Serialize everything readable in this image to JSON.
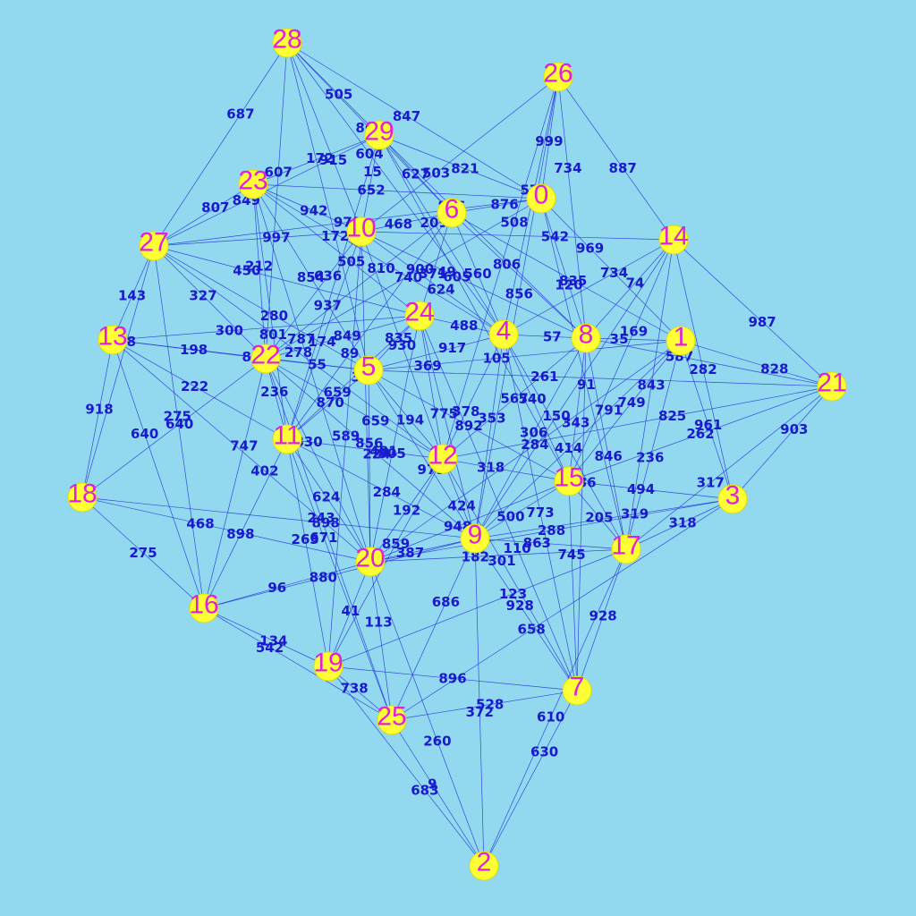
{
  "graph": {
    "background_color": "#92d8ee",
    "edge_color": "#2233dd",
    "node_color": "#ffff33",
    "node_label_color": "#e020e0",
    "weight_label_color": "#1a1acc",
    "nodes": [
      "0",
      "1",
      "2",
      "3",
      "4",
      "5",
      "6",
      "7",
      "8",
      "9",
      "10",
      "11",
      "12",
      "13",
      "14",
      "15",
      "16",
      "17",
      "18",
      "19",
      "20",
      "21",
      "22",
      "23",
      "24",
      "25",
      "26",
      "27",
      "28",
      "29"
    ],
    "edges": [
      {
        "source": "28",
        "target": "27",
        "weight": "687"
      },
      {
        "source": "28",
        "target": "29",
        "weight": "505"
      },
      {
        "source": "28",
        "target": "0",
        "weight": "847"
      },
      {
        "source": "28",
        "target": "4",
        "weight": "604"
      },
      {
        "source": "28",
        "target": "5",
        "weight": "172"
      },
      {
        "source": "28",
        "target": "6",
        "weight": "860"
      },
      {
        "source": "28",
        "target": "22",
        "weight": "607"
      },
      {
        "source": "28",
        "target": "10",
        "weight": "915"
      },
      {
        "source": "29",
        "target": "0",
        "weight": "821"
      },
      {
        "source": "29",
        "target": "4",
        "weight": "209"
      },
      {
        "source": "29",
        "target": "8",
        "weight": "816"
      },
      {
        "source": "29",
        "target": "11",
        "weight": "937"
      },
      {
        "source": "29",
        "target": "23",
        "weight": "172"
      },
      {
        "source": "29",
        "target": "10",
        "weight": "15"
      },
      {
        "source": "29",
        "target": "27",
        "weight": "849"
      },
      {
        "source": "29",
        "target": "6",
        "weight": "627"
      },
      {
        "source": "29",
        "target": "15",
        "weight": "605"
      },
      {
        "source": "26",
        "target": "10",
        "weight": "503"
      },
      {
        "source": "26",
        "target": "0",
        "weight": "999"
      },
      {
        "source": "26",
        "target": "4",
        "weight": "570"
      },
      {
        "source": "26",
        "target": "8",
        "weight": "734"
      },
      {
        "source": "26",
        "target": "14",
        "weight": "887"
      },
      {
        "source": "26",
        "target": "9",
        "weight": "856"
      },
      {
        "source": "26",
        "target": "12",
        "weight": "508"
      },
      {
        "source": "0",
        "target": "23",
        "weight": "652"
      },
      {
        "source": "0",
        "target": "27",
        "weight": "970"
      },
      {
        "source": "0",
        "target": "6",
        "weight": "876"
      },
      {
        "source": "0",
        "target": "8",
        "weight": "120"
      },
      {
        "source": "0",
        "target": "17",
        "weight": "91"
      },
      {
        "source": "0",
        "target": "22",
        "weight": "900"
      },
      {
        "source": "0",
        "target": "1",
        "weight": "969"
      },
      {
        "source": "23",
        "target": "10",
        "weight": "942"
      },
      {
        "source": "23",
        "target": "22",
        "weight": "212"
      },
      {
        "source": "23",
        "target": "27",
        "weight": "807"
      },
      {
        "source": "23",
        "target": "11",
        "weight": "801"
      },
      {
        "source": "23",
        "target": "5",
        "weight": "854"
      },
      {
        "source": "23",
        "target": "20",
        "weight": "787"
      },
      {
        "source": "23",
        "target": "4",
        "weight": "740"
      },
      {
        "source": "27",
        "target": "13",
        "weight": "143"
      },
      {
        "source": "27",
        "target": "22",
        "weight": "327"
      },
      {
        "source": "27",
        "target": "24",
        "weight": "450"
      },
      {
        "source": "27",
        "target": "5",
        "weight": "280"
      },
      {
        "source": "27",
        "target": "16",
        "weight": "275"
      },
      {
        "source": "27",
        "target": "18",
        "weight": "48"
      },
      {
        "source": "27",
        "target": "10",
        "weight": "997"
      },
      {
        "source": "27",
        "target": "12",
        "weight": "278"
      },
      {
        "source": "10",
        "target": "6",
        "weight": "468"
      },
      {
        "source": "10",
        "target": "14",
        "weight": "542"
      },
      {
        "source": "10",
        "target": "11",
        "weight": "174"
      },
      {
        "source": "10",
        "target": "20",
        "weight": "319"
      },
      {
        "source": "10",
        "target": "22",
        "weight": "636"
      },
      {
        "source": "10",
        "target": "4",
        "weight": "624"
      },
      {
        "source": "10",
        "target": "19",
        "weight": "589"
      },
      {
        "source": "10",
        "target": "8",
        "weight": "49"
      },
      {
        "source": "6",
        "target": "24",
        "weight": "371"
      },
      {
        "source": "6",
        "target": "4",
        "weight": "560"
      },
      {
        "source": "6",
        "target": "8",
        "weight": "806"
      },
      {
        "source": "6",
        "target": "11",
        "weight": "89"
      },
      {
        "source": "6",
        "target": "1",
        "weight": "835"
      },
      {
        "source": "14",
        "target": "8",
        "weight": "74"
      },
      {
        "source": "14",
        "target": "4",
        "weight": "734"
      },
      {
        "source": "14",
        "target": "21",
        "weight": "987"
      },
      {
        "source": "14",
        "target": "17",
        "weight": "843"
      },
      {
        "source": "14",
        "target": "15",
        "weight": "169"
      },
      {
        "source": "14",
        "target": "9",
        "weight": "150"
      },
      {
        "source": "14",
        "target": "3",
        "weight": "282"
      },
      {
        "source": "24",
        "target": "5",
        "weight": "835"
      },
      {
        "source": "24",
        "target": "11",
        "weight": "659"
      },
      {
        "source": "24",
        "target": "4",
        "weight": "488"
      },
      {
        "source": "24",
        "target": "9",
        "weight": "775"
      },
      {
        "source": "24",
        "target": "12",
        "weight": "369"
      },
      {
        "source": "24",
        "target": "20",
        "weight": "805"
      },
      {
        "source": "24",
        "target": "22",
        "weight": "849"
      },
      {
        "source": "4",
        "target": "5",
        "weight": "917"
      },
      {
        "source": "4",
        "target": "8",
        "weight": "57"
      },
      {
        "source": "4",
        "target": "7",
        "weight": "773"
      },
      {
        "source": "4",
        "target": "9",
        "weight": "353"
      },
      {
        "source": "4",
        "target": "12",
        "weight": "378"
      },
      {
        "source": "4",
        "target": "17",
        "weight": "414"
      },
      {
        "source": "4",
        "target": "15",
        "weight": "540"
      },
      {
        "source": "8",
        "target": "1",
        "weight": "35"
      },
      {
        "source": "8",
        "target": "17",
        "weight": "846"
      },
      {
        "source": "8",
        "target": "9",
        "weight": "306"
      },
      {
        "source": "8",
        "target": "21",
        "weight": "587"
      },
      {
        "source": "8",
        "target": "15",
        "weight": "343"
      },
      {
        "source": "8",
        "target": "12",
        "weight": "567"
      },
      {
        "source": "8",
        "target": "7",
        "weight": "886"
      },
      {
        "source": "1",
        "target": "21",
        "weight": "828"
      },
      {
        "source": "1",
        "target": "3",
        "weight": "961"
      },
      {
        "source": "1",
        "target": "15",
        "weight": "749"
      },
      {
        "source": "1",
        "target": "9",
        "weight": "791"
      },
      {
        "source": "1",
        "target": "17",
        "weight": "236"
      },
      {
        "source": "1",
        "target": "20",
        "weight": "284"
      },
      {
        "source": "21",
        "target": "3",
        "weight": "903"
      },
      {
        "source": "21",
        "target": "17",
        "weight": "317"
      },
      {
        "source": "21",
        "target": "15",
        "weight": "262"
      },
      {
        "source": "21",
        "target": "12",
        "weight": "825"
      },
      {
        "source": "21",
        "target": "5",
        "weight": "261"
      },
      {
        "source": "13",
        "target": "22",
        "weight": "198"
      },
      {
        "source": "13",
        "target": "18",
        "weight": "918"
      },
      {
        "source": "13",
        "target": "16",
        "weight": "640"
      },
      {
        "source": "13",
        "target": "5",
        "weight": "828"
      },
      {
        "source": "13",
        "target": "11",
        "weight": "222"
      },
      {
        "source": "13",
        "target": "24",
        "weight": "300"
      },
      {
        "source": "13",
        "target": "20",
        "weight": "402"
      },
      {
        "source": "22",
        "target": "5",
        "weight": "55"
      },
      {
        "source": "22",
        "target": "11",
        "weight": "236"
      },
      {
        "source": "22",
        "target": "12",
        "weight": "659"
      },
      {
        "source": "22",
        "target": "9",
        "weight": "224"
      },
      {
        "source": "22",
        "target": "25",
        "weight": "243"
      },
      {
        "source": "22",
        "target": "16",
        "weight": "747"
      },
      {
        "source": "5",
        "target": "12",
        "weight": "194"
      },
      {
        "source": "5",
        "target": "11",
        "weight": "870"
      },
      {
        "source": "5",
        "target": "20",
        "weight": "856"
      },
      {
        "source": "5",
        "target": "9",
        "weight": "979"
      },
      {
        "source": "5",
        "target": "15",
        "weight": "892"
      },
      {
        "source": "5",
        "target": "1",
        "weight": "105"
      },
      {
        "source": "11",
        "target": "12",
        "weight": "481"
      },
      {
        "source": "11",
        "target": "9",
        "weight": "284"
      },
      {
        "source": "11",
        "target": "19",
        "weight": "263"
      },
      {
        "source": "11",
        "target": "25",
        "weight": "671"
      },
      {
        "source": "11",
        "target": "16",
        "weight": "898"
      },
      {
        "source": "11",
        "target": "20",
        "weight": "624"
      },
      {
        "source": "12",
        "target": "15",
        "weight": "318"
      },
      {
        "source": "12",
        "target": "9",
        "weight": "424"
      },
      {
        "source": "12",
        "target": "20",
        "weight": "192"
      },
      {
        "source": "12",
        "target": "19",
        "weight": "859"
      },
      {
        "source": "15",
        "target": "9",
        "weight": "500"
      },
      {
        "source": "15",
        "target": "17",
        "weight": "205"
      },
      {
        "source": "15",
        "target": "3",
        "weight": "494"
      },
      {
        "source": "15",
        "target": "7",
        "weight": "745"
      },
      {
        "source": "15",
        "target": "20",
        "weight": "948"
      },
      {
        "source": "3",
        "target": "17",
        "weight": "318"
      },
      {
        "source": "3",
        "target": "9",
        "weight": "319"
      },
      {
        "source": "3",
        "target": "25",
        "weight": "658"
      },
      {
        "source": "3",
        "target": "20",
        "weight": "288"
      },
      {
        "source": "9",
        "target": "17",
        "weight": "863"
      },
      {
        "source": "9",
        "target": "20",
        "weight": "387"
      },
      {
        "source": "9",
        "target": "2",
        "weight": "372"
      },
      {
        "source": "9",
        "target": "7",
        "weight": "928"
      },
      {
        "source": "9",
        "target": "25",
        "weight": "686"
      },
      {
        "source": "9",
        "target": "16",
        "weight": "880"
      },
      {
        "source": "17",
        "target": "7",
        "weight": "928"
      },
      {
        "source": "17",
        "target": "19",
        "weight": "123"
      },
      {
        "source": "17",
        "target": "20",
        "weight": "182"
      },
      {
        "source": "18",
        "target": "16",
        "weight": "275"
      },
      {
        "source": "18",
        "target": "20",
        "weight": "468"
      },
      {
        "source": "18",
        "target": "9",
        "weight": "898"
      },
      {
        "source": "18",
        "target": "22",
        "weight": "640"
      },
      {
        "source": "16",
        "target": "20",
        "weight": "96"
      },
      {
        "source": "16",
        "target": "25",
        "weight": "542"
      },
      {
        "source": "16",
        "target": "19",
        "weight": "134"
      },
      {
        "source": "20",
        "target": "19",
        "weight": "41"
      },
      {
        "source": "20",
        "target": "25",
        "weight": "113"
      },
      {
        "source": "20",
        "target": "2",
        "weight": "260"
      },
      {
        "source": "19",
        "target": "7",
        "weight": "896"
      },
      {
        "source": "19",
        "target": "25",
        "weight": "738"
      },
      {
        "source": "19",
        "target": "2",
        "weight": "683"
      },
      {
        "source": "25",
        "target": "7",
        "weight": "528"
      },
      {
        "source": "25",
        "target": "2",
        "weight": "9"
      },
      {
        "source": "7",
        "target": "2",
        "weight": "630"
      },
      {
        "source": "7",
        "target": "12",
        "weight": "301"
      },
      {
        "source": "2",
        "target": "17",
        "weight": "610"
      },
      {
        "source": "6",
        "target": "22",
        "weight": "810"
      },
      {
        "source": "23",
        "target": "24",
        "weight": "505"
      },
      {
        "source": "10",
        "target": "12",
        "weight": "930"
      },
      {
        "source": "22",
        "target": "20",
        "weight": "830"
      },
      {
        "source": "24",
        "target": "7",
        "weight": "110"
      }
    ]
  }
}
